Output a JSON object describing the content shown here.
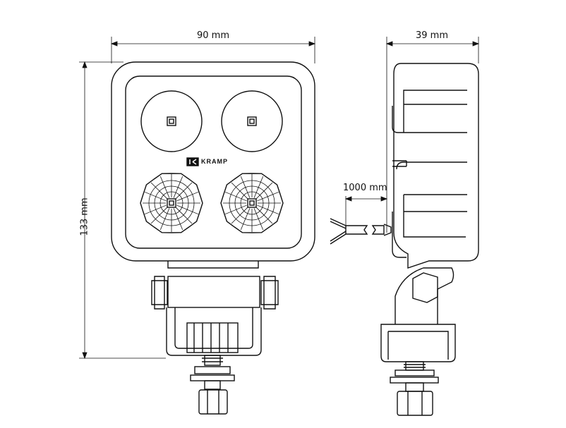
{
  "dimensions": {
    "width_label": "90 mm",
    "height_label": "133 mm",
    "depth_label": "39 mm",
    "cable_label": "1000 mm"
  },
  "logo": {
    "text": "KRAMP"
  },
  "colors": {
    "line": "#111111",
    "background": "#ffffff"
  }
}
